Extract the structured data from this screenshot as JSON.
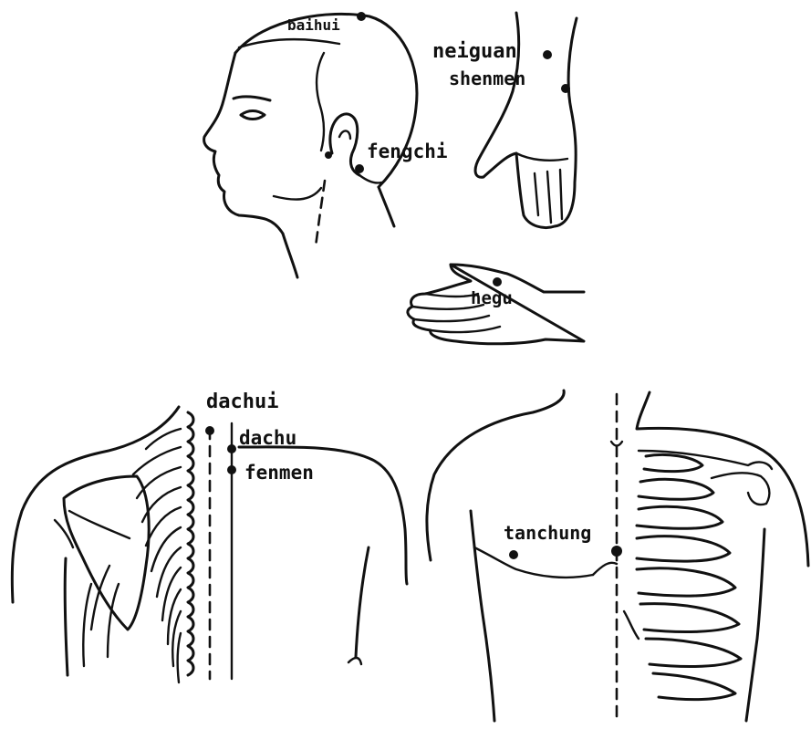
{
  "points": {
    "baihui": "baihui",
    "neiguan": "neiguan",
    "shenmen": "shenmen",
    "fengchi": "fengchi",
    "hegu": "hegu",
    "dachui": "dachui",
    "dachu": "dachu",
    "fenmen": "fenmen",
    "tanchung": "tanchung"
  },
  "ink_color": "#111111"
}
